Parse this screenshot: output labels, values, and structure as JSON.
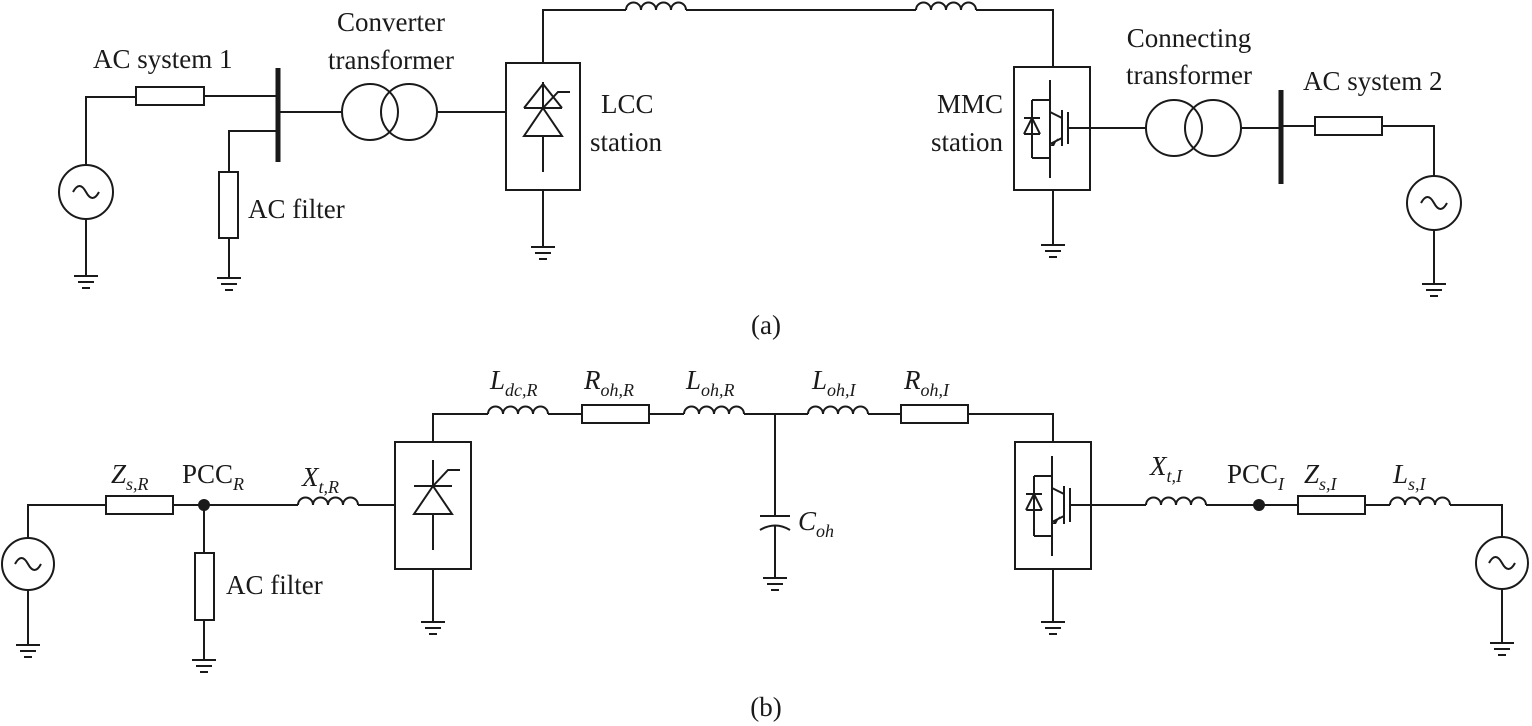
{
  "part_a": {
    "caption": "(a)",
    "ac_system_1": "AC system 1",
    "converter_transformer": [
      "Converter",
      "transformer"
    ],
    "ac_filter": "AC filter",
    "lcc_station": [
      "LCC",
      "station"
    ],
    "mmc_station": [
      "MMC",
      "station"
    ],
    "connecting_transformer": [
      "Connecting",
      "transformer"
    ],
    "ac_system_2": "AC system 2"
  },
  "part_b": {
    "caption": "(b)",
    "ac_filter": "AC filter",
    "z_s_r": {
      "main": "Z",
      "sub": "s,R"
    },
    "pcc_r": {
      "main": "PCC",
      "sub": "R"
    },
    "x_t_r": {
      "main": "X",
      "sub": "t,R"
    },
    "l_dc_r": {
      "main": "L",
      "sub": "dc,R"
    },
    "r_oh_r": {
      "main": "R",
      "sub": "oh,R"
    },
    "l_oh_r": {
      "main": "L",
      "sub": "oh,R"
    },
    "l_oh_i": {
      "main": "L",
      "sub": "oh,I"
    },
    "r_oh_i": {
      "main": "R",
      "sub": "oh,I"
    },
    "c_oh": {
      "main": "C",
      "sub": "oh"
    },
    "x_t_i": {
      "main": "X",
      "sub": "t,I"
    },
    "pcc_i": {
      "main": "PCC",
      "sub": "I"
    },
    "z_s_i": {
      "main": "Z",
      "sub": "s,I"
    },
    "l_s_i": {
      "main": "L",
      "sub": "s,I"
    }
  }
}
